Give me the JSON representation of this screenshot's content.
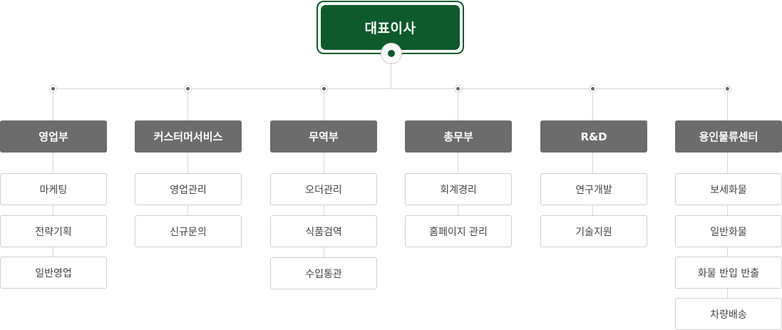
{
  "ceo": {
    "label": "대표이사"
  },
  "departments": [
    {
      "name": "영업부",
      "items": [
        "마케팅",
        "전략기획",
        "일반영업"
      ]
    },
    {
      "name": "커스터머서비스",
      "items": [
        "영업관리",
        "신규문의"
      ]
    },
    {
      "name": "무역부",
      "items": [
        "오더관리",
        "식품검역",
        "수입통관"
      ]
    },
    {
      "name": "총무부",
      "items": [
        "회계경리",
        "홈페이지 관리"
      ]
    },
    {
      "name": "R&D",
      "items": [
        "연구개발",
        "기술지원"
      ]
    },
    {
      "name": "용인물류센터",
      "items": [
        "보세화물",
        "일반화물",
        "화물 반입 반출",
        "차량배송"
      ]
    }
  ],
  "colors": {
    "ceo": "#0e5a2c",
    "department": "#6c6c6c",
    "line": "#d6d6d6"
  }
}
